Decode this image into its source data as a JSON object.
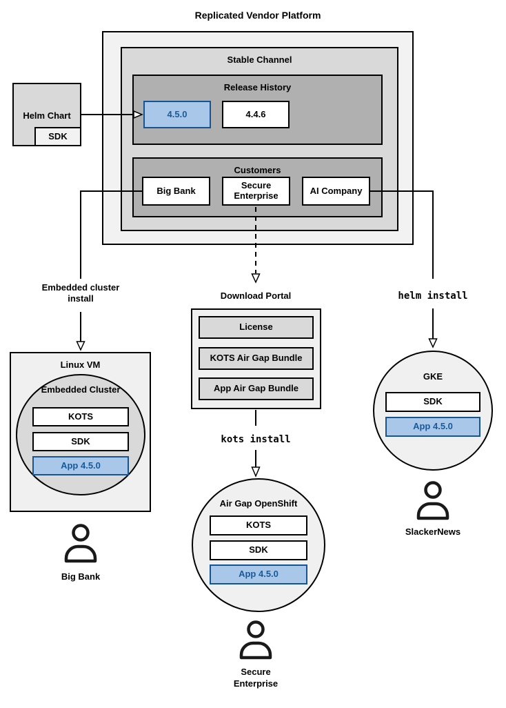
{
  "title": "Replicated Vendor Platform",
  "platform": {
    "stable_channel": {
      "label": "Stable Channel",
      "release_history": {
        "label": "Release History",
        "releases": [
          "4.5.0",
          "4.4.6"
        ]
      },
      "customers": {
        "label": "Customers",
        "items": [
          "Big Bank",
          "Secure\nEnterprise",
          "AI Company"
        ]
      }
    }
  },
  "helm_chart": {
    "label": "Helm Chart",
    "sdk": "SDK"
  },
  "left_flow": {
    "arrow_label": "Embedded cluster\ninstall",
    "vm": "Linux VM",
    "cluster": "Embedded Cluster",
    "components": [
      "KOTS",
      "SDK",
      "App 4.5.0"
    ],
    "user": "Big Bank"
  },
  "middle_flow": {
    "portal": "Download Portal",
    "portal_items": [
      "License",
      "KOTS Air Gap Bundle",
      "App Air Gap Bundle"
    ],
    "arrow_label": "kots install",
    "cluster": "Air Gap OpenShift",
    "components": [
      "KOTS",
      "SDK",
      "App 4.5.0"
    ],
    "user": "Secure\nEnterprise"
  },
  "right_flow": {
    "arrow_label": "helm install",
    "cluster": "GKE",
    "components": [
      "SDK",
      "App 4.5.0"
    ],
    "user": "SlackerNews"
  },
  "colors": {
    "platform_fill": "#f2f2f2",
    "channel_fill": "#d9d9d9",
    "group_fill": "#b0b0b0",
    "node_fill": "#f0f0f0",
    "highlight_fill": "#a9c8e9",
    "highlight_stroke": "#17548f",
    "highlight_text": "#175a9b",
    "line": "#000000"
  }
}
